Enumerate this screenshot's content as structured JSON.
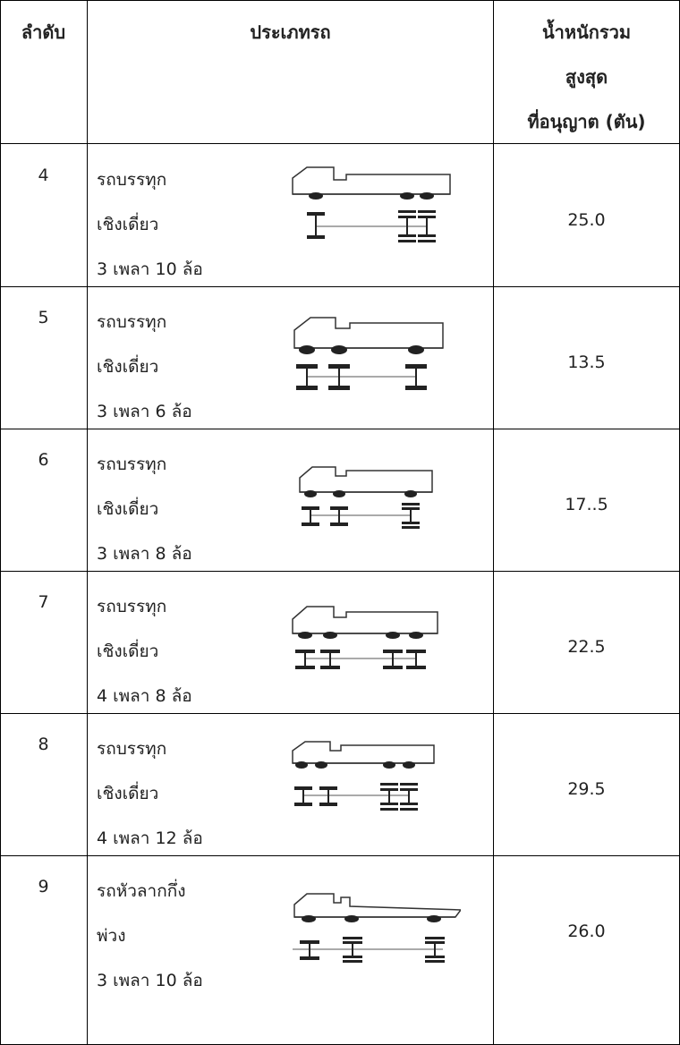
{
  "header": {
    "col_index": "ลำดับ",
    "col_type": "ประเภทรถ",
    "col_weight_line1": "น้ำหนักรวม",
    "col_weight_line2": "สูงสุด",
    "col_weight_line3": "ที่อนุญาต (ตัน)"
  },
  "rows": [
    {
      "index": "4",
      "line1": "รถบรรทุก",
      "line2": "เชิงเดี่ยว",
      "line3": "3 เพลา 10 ล้อ",
      "weight": "25.0",
      "icon": "truck-3axle-10wheel-icon"
    },
    {
      "index": "5",
      "line1": "รถบรรทุก",
      "line2": "เชิงเดี่ยว",
      "line3": "3 เพลา 6 ล้อ",
      "weight": "13.5",
      "icon": "truck-3axle-6wheel-icon"
    },
    {
      "index": "6",
      "line1": "รถบรรทุก",
      "line2": "เชิงเดี่ยว",
      "line3": "3 เพลา 8 ล้อ",
      "weight": "17..5",
      "icon": "truck-3axle-8wheel-icon"
    },
    {
      "index": "7",
      "line1": "รถบรรทุก",
      "line2": "เชิงเดี่ยว",
      "line3": "4 เพลา 8 ล้อ",
      "weight": "22.5",
      "icon": "truck-4axle-8wheel-icon"
    },
    {
      "index": "8",
      "line1": "รถบรรทุก",
      "line2": "เชิงเดี่ยว",
      "line3": "4 เพลา 12 ล้อ",
      "weight": "29.5",
      "icon": "truck-4axle-12wheel-icon"
    },
    {
      "index": "9",
      "line1": "รถหัวลากกึ่ง",
      "line2": "พ่วง",
      "line3": "3 เพลา 10 ล้อ",
      "weight": "26.0",
      "icon": "semi-trailer-3axle-10wheel-icon"
    }
  ]
}
